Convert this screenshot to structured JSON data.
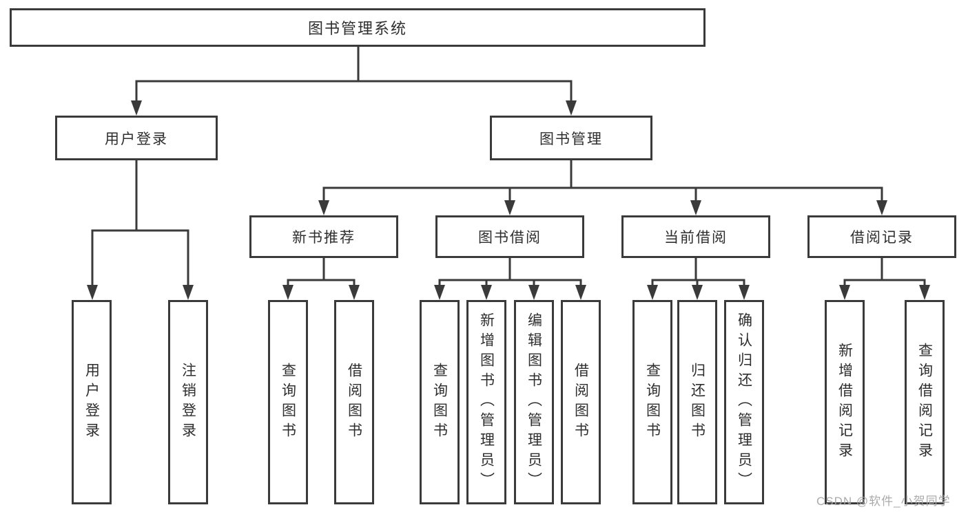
{
  "tree": {
    "label": "图书管理系统",
    "children": [
      {
        "label": "用户登录",
        "children": [
          {
            "label": "用户登录"
          },
          {
            "label": "注销登录"
          }
        ]
      },
      {
        "label": "图书管理",
        "children": [
          {
            "label": "新书推荐",
            "children": [
              {
                "label": "查询图书"
              },
              {
                "label": "借阅图书"
              }
            ]
          },
          {
            "label": "图书借阅",
            "children": [
              {
                "label": "查询图书"
              },
              {
                "label": "新增图书（管理员）"
              },
              {
                "label": "编辑图书（管理员）"
              },
              {
                "label": "借阅图书"
              }
            ]
          },
          {
            "label": "当前借阅",
            "children": [
              {
                "label": "查询图书"
              },
              {
                "label": "归还图书"
              },
              {
                "label": "确认归还（管理员）"
              }
            ]
          },
          {
            "label": "借阅记录",
            "children": [
              {
                "label": "新增借阅记录"
              },
              {
                "label": "查询借阅记录"
              }
            ]
          }
        ]
      }
    ]
  },
  "watermark": {
    "text": "CSDN @软件_小贺同学"
  },
  "colors": {
    "line": "#3a3a3a",
    "text": "#2e2e2e",
    "watermark": "#a5a5a5",
    "background": "#ffffff"
  }
}
